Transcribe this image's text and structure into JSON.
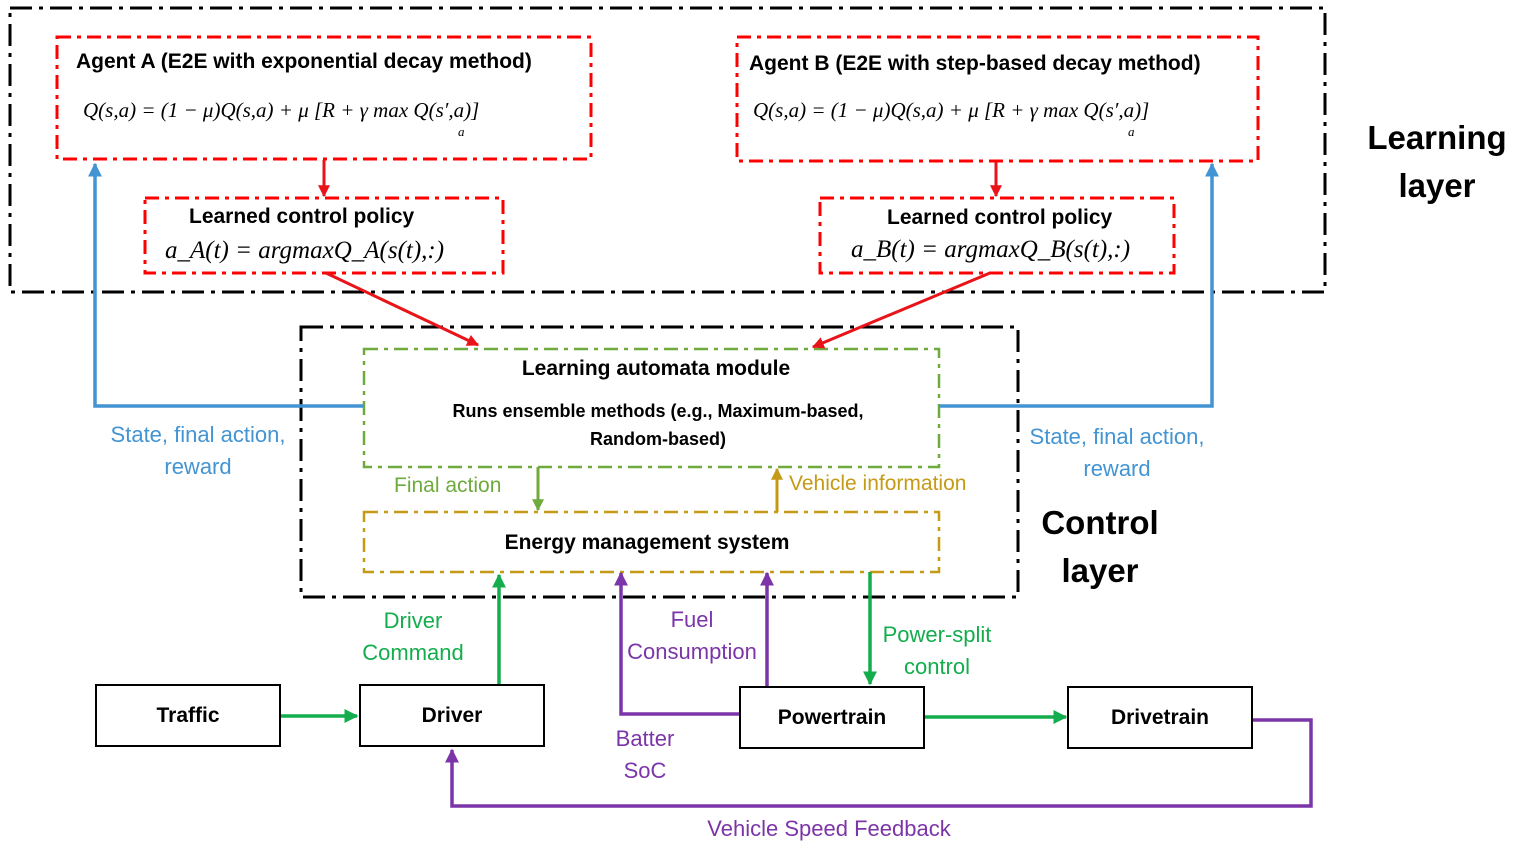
{
  "colors": {
    "layer_border": "#000000",
    "agent_border": "#ff0000",
    "policy_arrow": "#e8141a",
    "state_feedback": "#4294d3",
    "automata_border": "#6faa3d",
    "final_action": "#6faa3d",
    "ems_border": "#c59a16",
    "vehicle_info": "#c59a16",
    "green_flow": "#14ad4d",
    "purple_flow": "#7c35a8"
  },
  "learning_layer": {
    "label": "Learning layer",
    "agent_a": {
      "title": "Agent A (E2E with exponential decay method)",
      "equation": "Q(s,a) = (1 − μ)Q(s,a) + μ [R + γ max Q(s′,a)]",
      "equation_sub": "a",
      "policy_title": "Learned control policy",
      "policy_equation": "a_A(t) = argmaxQ_A(s(t),:)"
    },
    "agent_b": {
      "title": "Agent B (E2E with step-based decay method)",
      "equation": "Q(s,a) = (1 − μ)Q(s,a) + μ [R + γ max Q(s′,a)]",
      "equation_sub": "a",
      "policy_title": "Learned control policy",
      "policy_equation": "a_B(t) = argmaxQ_B(s(t),:)"
    }
  },
  "control_layer": {
    "label": "Control layer",
    "automata": {
      "title": "Learning automata module",
      "subtitle": "Runs ensemble methods (e.g., Maximum-based, Random-based)"
    },
    "ems": {
      "title": "Energy management system"
    },
    "final_action_label": "Final action",
    "vehicle_info_label": "Vehicle information"
  },
  "state_label_left": "State, final action, reward",
  "state_label_right": "State, final action, reward",
  "blocks": {
    "traffic": "Traffic",
    "driver": "Driver",
    "powertrain": "Powertrain",
    "drivetrain": "Drivetrain"
  },
  "signals": {
    "driver_command": "Driver Command",
    "fuel_consumption": "Fuel Consumption",
    "power_split": "Power-split control",
    "battery_soc": "Batter SoC",
    "speed_feedback": "Vehicle Speed Feedback"
  }
}
